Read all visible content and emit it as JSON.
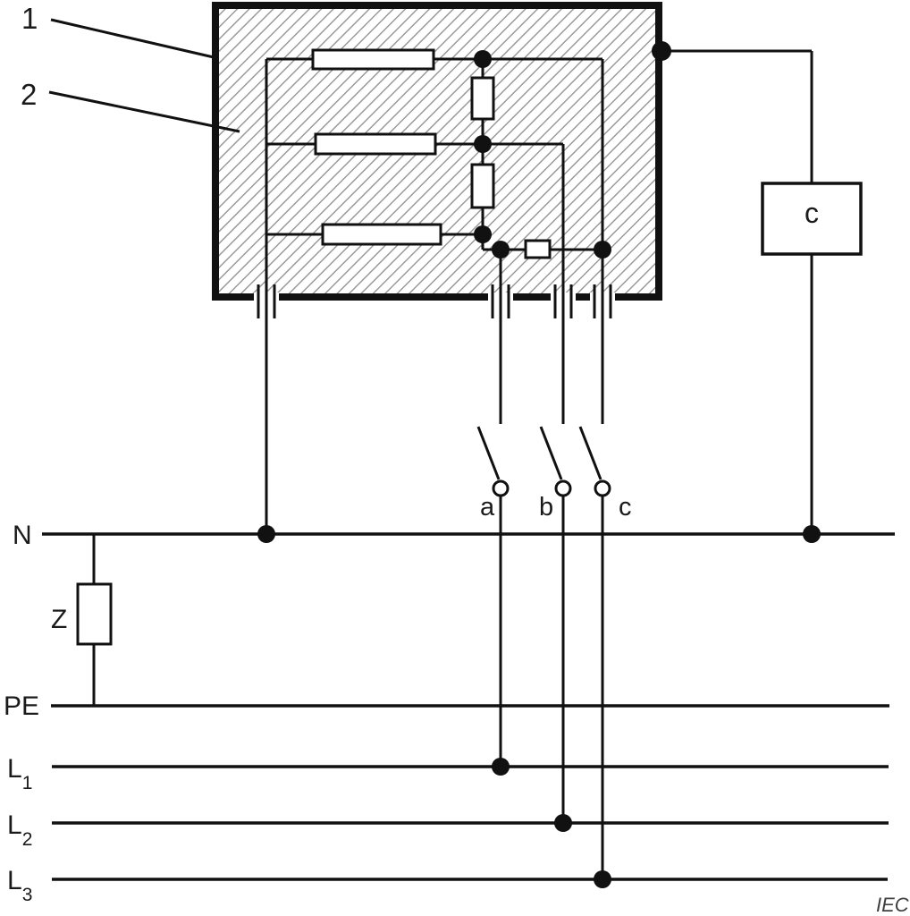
{
  "colors": {
    "line": "#111111",
    "hatch": "#8c8c8c",
    "background": "#ffffff",
    "text": "#1a1a1a",
    "credit_text": "#3f3f3f"
  },
  "labels": {
    "callout_1": "1",
    "callout_2": "2",
    "measuring_box": "c",
    "switch_a": "a",
    "switch_b": "b",
    "switch_c": "c",
    "impedance": "Z",
    "bus_n": "N",
    "bus_pe": "PE",
    "bus_l1": {
      "main": "L",
      "sub": "1"
    },
    "bus_l2": {
      "main": "L",
      "sub": "2"
    },
    "bus_l3": {
      "main": "L",
      "sub": "3"
    },
    "credit": "IEC"
  }
}
